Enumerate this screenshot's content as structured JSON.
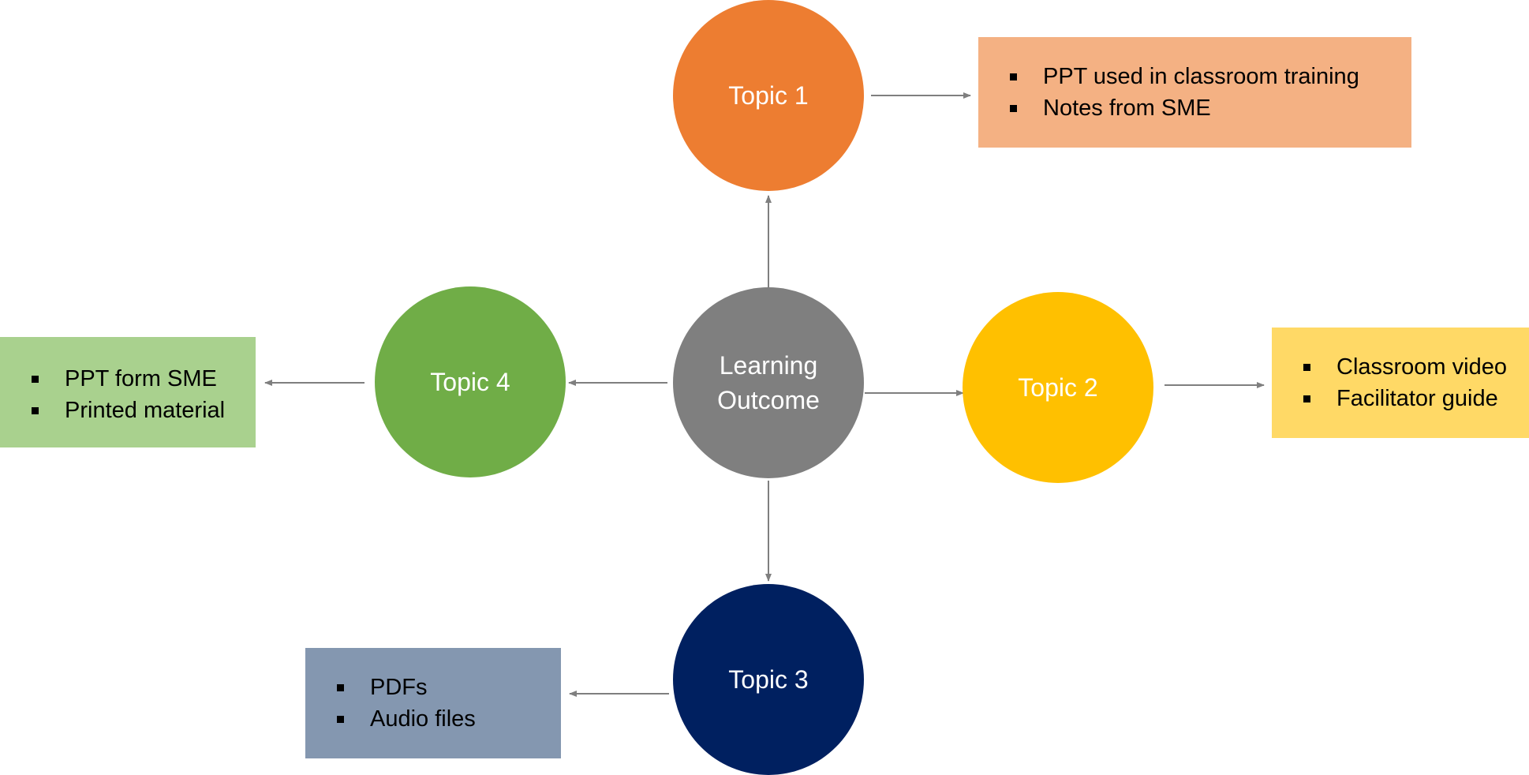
{
  "colors": {
    "arrow": "#7f7f7f",
    "center": "#7f7f7f",
    "topic1": "#ed7d31",
    "topic1_box": "#f4b183",
    "topic2": "#ffc000",
    "topic2_box": "#ffd966",
    "topic3": "#002060",
    "topic3_box": "#8497b0",
    "topic4": "#70ad47",
    "topic4_box": "#a9d18e"
  },
  "center": {
    "line1": "Learning",
    "line2": "Outcome"
  },
  "topics": [
    {
      "label": "Topic 1",
      "items": [
        "PPT used in classroom training",
        "Notes from SME"
      ]
    },
    {
      "label": "Topic 2",
      "items": [
        "Classroom video",
        "Facilitator guide"
      ]
    },
    {
      "label": "Topic 3",
      "items": [
        "PDFs",
        "Audio files"
      ]
    },
    {
      "label": "Topic 4",
      "items": [
        "PPT form SME",
        "Printed material"
      ]
    }
  ]
}
